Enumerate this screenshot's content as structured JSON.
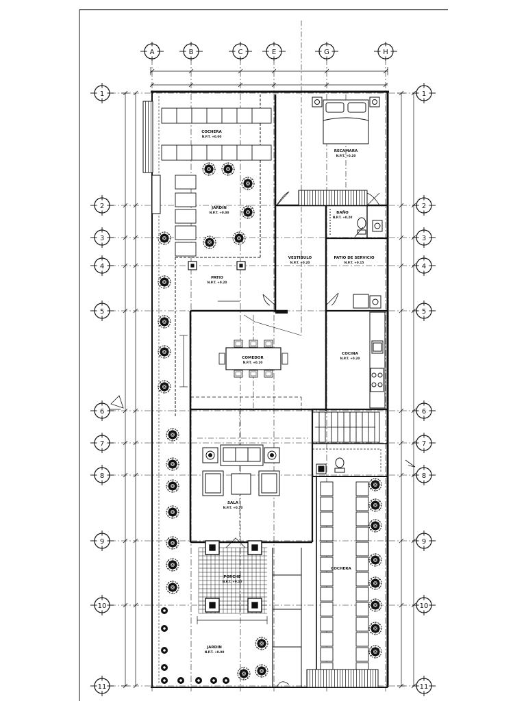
{
  "grid_columns": [
    {
      "id": "col-a",
      "label": "A"
    },
    {
      "id": "col-b",
      "label": "B"
    },
    {
      "id": "col-c",
      "label": "C"
    },
    {
      "id": "col-e",
      "label": "E"
    },
    {
      "id": "col-g",
      "label": "G"
    },
    {
      "id": "col-h",
      "label": "H"
    }
  ],
  "grid_rows": [
    {
      "id": "row-1",
      "label": "1"
    },
    {
      "id": "row-2",
      "label": "2"
    },
    {
      "id": "row-3",
      "label": "3"
    },
    {
      "id": "row-4",
      "label": "4"
    },
    {
      "id": "row-5",
      "label": "5"
    },
    {
      "id": "row-6",
      "label": "6"
    },
    {
      "id": "row-7",
      "label": "7"
    },
    {
      "id": "row-8",
      "label": "8"
    },
    {
      "id": "row-9",
      "label": "9"
    },
    {
      "id": "row-10",
      "label": "10"
    },
    {
      "id": "row-11",
      "label": "11"
    }
  ],
  "rooms": [
    {
      "id": "cochera-top",
      "name": "COCHERA",
      "level": "N.P.T. +0.00"
    },
    {
      "id": "jardin-top",
      "name": "JARDIN",
      "level": "N.P.T. +0.00"
    },
    {
      "id": "patio",
      "name": "PATIO",
      "level": "N.P.T. +0.20"
    },
    {
      "id": "recamara",
      "name": "RECAMARA",
      "level": "N.P.T. +0.20"
    },
    {
      "id": "bano",
      "name": "BAÑO",
      "level": "N.P.T. +0.20"
    },
    {
      "id": "vestibulo",
      "name": "VESTIBULO",
      "level": "N.P.T. +0.20"
    },
    {
      "id": "patio-servicio",
      "name": "PATIO DE SERVICIO",
      "level": "N.P.T. +0.15"
    },
    {
      "id": "comedor",
      "name": "COMEDOR",
      "level": "N.P.T. +0.20"
    },
    {
      "id": "cocina",
      "name": "COCINA",
      "level": "N.P.T. +0.20"
    },
    {
      "id": "sala",
      "name": "SALA",
      "level": "N.P.T. +0.20"
    },
    {
      "id": "porche",
      "name": "PORCHE",
      "level": "N.P.T. +0.10"
    },
    {
      "id": "cochera-side",
      "name": "COCHERA",
      "level": ""
    },
    {
      "id": "jardin-bottom",
      "name": "JARDIN",
      "level": "N.P.T. +0.00"
    }
  ]
}
